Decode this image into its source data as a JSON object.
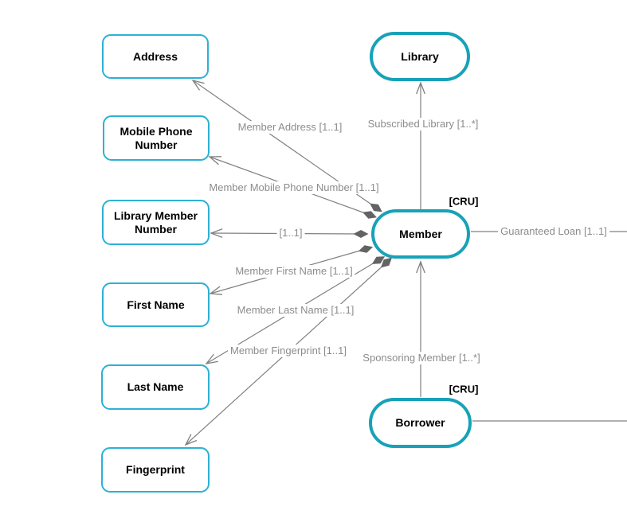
{
  "diagram": {
    "colors": {
      "entity_border": "#17a2b8",
      "attribute_border": "#2cb1d4",
      "line": "#808080",
      "diamond": "#636363",
      "edge_label_text": "#8c8c8c",
      "node_text": "#000000",
      "badge_text": "#000000",
      "background": "#ffffff"
    },
    "nodes": [
      {
        "id": "address",
        "label": "Address",
        "type": "attribute"
      },
      {
        "id": "mobile-phone-number",
        "label": "Mobile Phone Number",
        "type": "attribute"
      },
      {
        "id": "library-member-number",
        "label": "Library Member Number",
        "type": "attribute"
      },
      {
        "id": "first-name",
        "label": "First Name",
        "type": "attribute"
      },
      {
        "id": "last-name",
        "label": "Last Name",
        "type": "attribute"
      },
      {
        "id": "fingerprint",
        "label": "Fingerprint",
        "type": "attribute"
      },
      {
        "id": "library",
        "label": "Library",
        "type": "entity",
        "badge": ""
      },
      {
        "id": "member",
        "label": "Member",
        "type": "entity",
        "badge": "[CRU]"
      },
      {
        "id": "borrower",
        "label": "Borrower",
        "type": "entity",
        "badge": "[CRU]"
      }
    ],
    "edges": [
      {
        "id": "member-address",
        "label": "Member Address [1..1]",
        "source": "member",
        "target": "address",
        "source_marker": "diamond",
        "target_marker": "arrow"
      },
      {
        "id": "member-mobile-phone-number",
        "label": "Member Mobile Phone Number [1..1]",
        "source": "member",
        "target": "mobile-phone-number",
        "source_marker": "diamond",
        "target_marker": "arrow"
      },
      {
        "id": "member-library-member-number",
        "label": "[1..1]",
        "source": "member",
        "target": "library-member-number",
        "source_marker": "diamond",
        "target_marker": "arrow"
      },
      {
        "id": "member-first-name",
        "label": "Member First Name [1..1]",
        "source": "member",
        "target": "first-name",
        "source_marker": "diamond",
        "target_marker": "arrow"
      },
      {
        "id": "member-last-name",
        "label": "Member Last Name [1..1]",
        "source": "member",
        "target": "last-name",
        "source_marker": "diamond",
        "target_marker": "arrow"
      },
      {
        "id": "member-fingerprint",
        "label": "Member Fingerprint [1..1]",
        "source": "member",
        "target": "fingerprint",
        "source_marker": "diamond",
        "target_marker": "arrow"
      },
      {
        "id": "subscribed-library",
        "label": "Subscribed Library [1..*]",
        "source": "member",
        "target": "library",
        "source_marker": "none",
        "target_marker": "arrow"
      },
      {
        "id": "sponsoring-member",
        "label": "Sponsoring Member [1..*]",
        "source": "borrower",
        "target": "member",
        "source_marker": "none",
        "target_marker": "arrow"
      },
      {
        "id": "guaranteed-loan",
        "label": "Guaranteed Loan [1..1]",
        "source": "member",
        "target": "off-canvas-right",
        "source_marker": "none",
        "target_marker": "none"
      },
      {
        "id": "borrower-right",
        "label": "",
        "source": "borrower",
        "target": "off-canvas-right",
        "source_marker": "none",
        "target_marker": "none"
      }
    ]
  }
}
